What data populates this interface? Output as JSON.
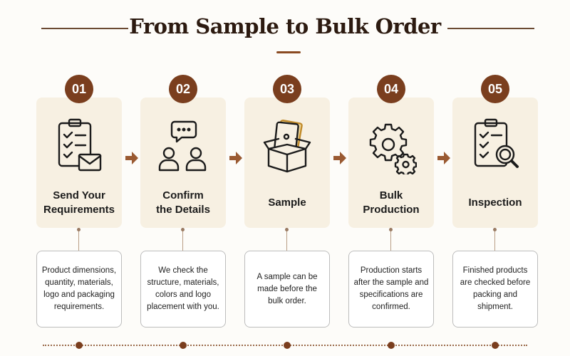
{
  "title": "From Sample to Bulk Order",
  "colors": {
    "accent": "#7a3e1e",
    "card": "#f7f0e2",
    "text": "#1b1b1b"
  },
  "steps": [
    {
      "number": "01",
      "label": "Send Your\nRequirements",
      "icon": "checklist-envelope-icon",
      "description": "Product dimensions, quantity, materials, logo and packaging requirements."
    },
    {
      "number": "02",
      "label": "Confirm\nthe Details",
      "icon": "people-chat-icon",
      "description": "We check the structure, materials, colors and logo placement with you."
    },
    {
      "number": "03",
      "label": "Sample",
      "icon": "box-sample-icon",
      "description": "A sample can be made before the bulk order."
    },
    {
      "number": "04",
      "label": "Bulk\nProduction",
      "icon": "gears-icon",
      "description": "Production starts after the sample and specifications are confirmed."
    },
    {
      "number": "05",
      "label": "Inspection",
      "icon": "checklist-magnifier-icon",
      "description": "Finished products are checked before packing and shipment."
    }
  ]
}
